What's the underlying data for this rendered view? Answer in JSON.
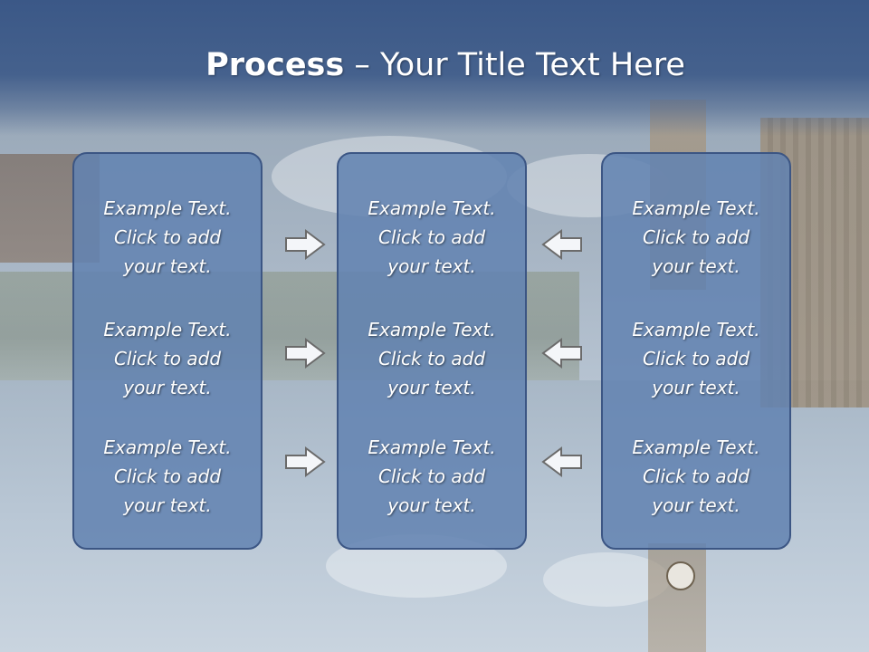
{
  "title": {
    "bold": "Process",
    "rest": " – Your Title Text Here"
  },
  "panels": [
    {
      "items": [
        "Example Text.\nClick  to add\nyour text.",
        "Example Text.\nClick  to add\nyour text.",
        "Example Text.\nClick  to add\nyour text."
      ]
    },
    {
      "items": [
        "Example Text.\nClick  to add\nyour text.",
        "Example Text.\nClick  to add\nyour text.",
        "Example Text.\nClick  to add\nyour text."
      ]
    },
    {
      "items": [
        "Example Text.\nClick  to add\nyour text.",
        "Example Text.\nClick  to add\nyour text.",
        "Example Text.\nClick  to add\nyour text."
      ]
    }
  ],
  "arrows": {
    "left_column": "arrow-right-icon",
    "right_column": "arrow-left-icon"
  },
  "colors": {
    "header": "#3b5887",
    "panel_fill": "#6282b1",
    "panel_border": "#3c5684",
    "text": "#ffffff"
  }
}
